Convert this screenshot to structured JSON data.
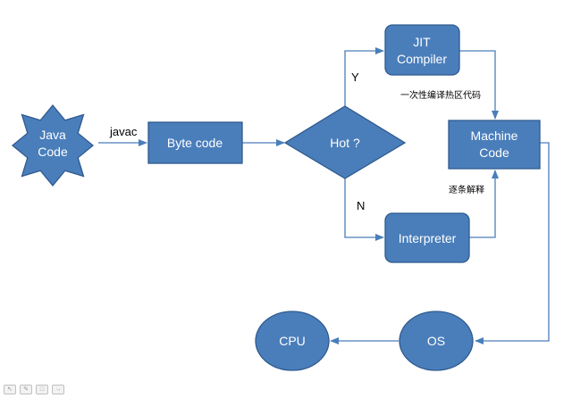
{
  "diagram": {
    "nodes": {
      "java_code": [
        "Java",
        "Code"
      ],
      "byte_code": "Byte code",
      "hot_decision": "Hot ?",
      "jit_compiler": [
        "JIT",
        "Compiler"
      ],
      "interpreter": "Interpreter",
      "machine_code": [
        "Machine",
        "Code"
      ],
      "os": "OS",
      "cpu": "CPU"
    },
    "edge_labels": {
      "javac": "javac",
      "yes": "Y",
      "no": "N",
      "jit_note": "一次性编译热区代码",
      "interp_note": "逐条解释"
    },
    "colors": {
      "node_fill": "#4a7ebb",
      "node_border": "#2f5a8e",
      "connector": "#4a7ebb",
      "node_text": "#ffffff"
    }
  },
  "toolbar": {
    "icons": [
      "pointer-icon",
      "pen-icon",
      "slide-icon",
      "forward-icon"
    ]
  }
}
